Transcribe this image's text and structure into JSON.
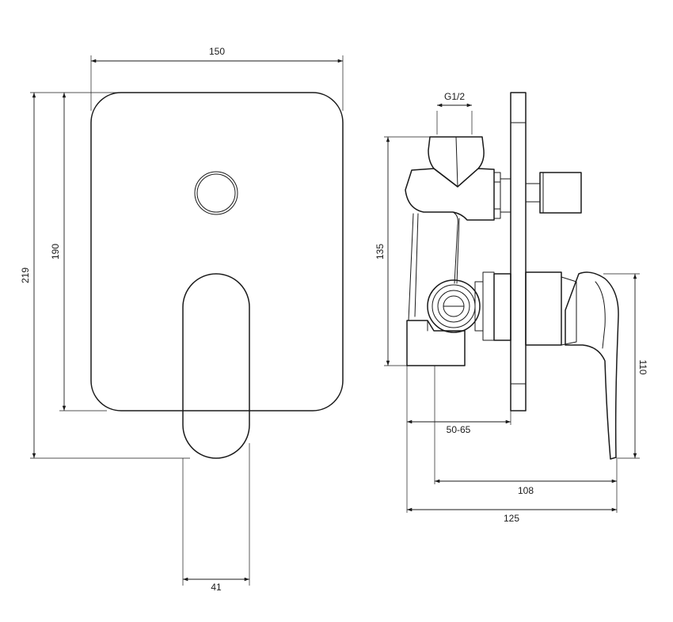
{
  "front_view": {
    "dim_width": "150",
    "dim_outer_height": "219",
    "dim_plate_height": "190",
    "dim_handle_width": "41"
  },
  "side_view": {
    "dim_thread": "G1/2",
    "dim_body_height": "135",
    "dim_lever_height": "110",
    "dim_wall_depth": "50-65",
    "dim_projection": "108",
    "dim_total_depth": "125"
  }
}
